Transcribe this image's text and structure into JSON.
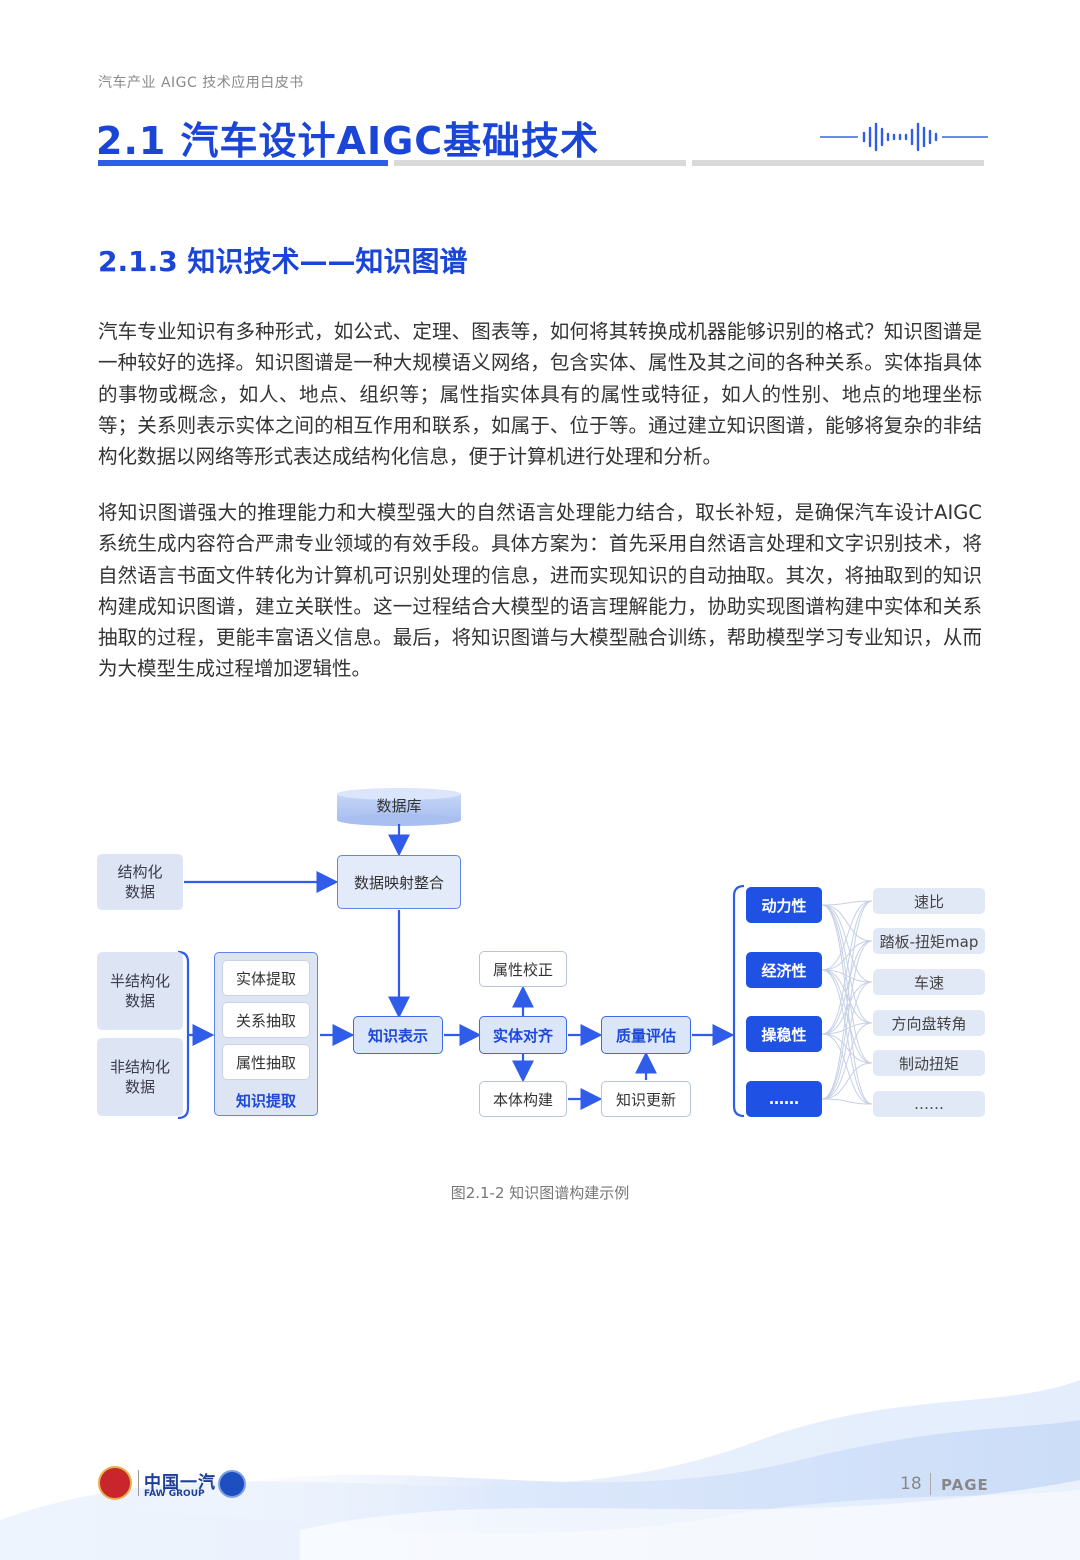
{
  "header": {
    "doc_title": "汽车产业 AIGC 技术应用白皮书"
  },
  "chapter": {
    "title": "2.1 汽车设计AIGC基础技术"
  },
  "section": {
    "title": "2.1.3 知识技术——知识图谱"
  },
  "paragraphs": [
    "汽车专业知识有多种形式，如公式、定理、图表等，如何将其转换成机器能够识别的格式？知识图谱是一种较好的选择。知识图谱是一种大规模语义网络，包含实体、属性及其之间的各种关系。实体指具体的事物或概念，如人、地点、组织等；属性指实体具有的属性或特征，如人的性别、地点的地理坐标等；关系则表示实体之间的相互作用和联系，如属于、位于等。通过建立知识图谱，能够将复杂的非结构化数据以网络等形式表达成结构化信息，便于计算机进行处理和分析。",
    "将知识图谱强大的推理能力和大模型强大的自然语言处理能力结合，取长补短，是确保汽车设计AIGC系统生成内容符合严肃专业领域的有效手段。具体方案为：首先采用自然语言处理和文字识别技术，将自然语言书面文件转化为计算机可识别处理的信息，进而实现知识的自动抽取。其次，将抽取到的知识构建成知识图谱，建立关联性。这一过程结合大模型的语言理解能力，协助实现图谱构建中实体和关系抽取的过程，更能丰富语义信息。最后，将知识图谱与大模型融合训练，帮助模型学习专业知识，从而为大模型生成过程增加逻辑性。"
  ],
  "diagram": {
    "database": "数据库",
    "structured": "结构化\n数据",
    "mapping": "数据映射整合",
    "semi_structured": "半结构化\n数据",
    "unstructured": "非结构化\n数据",
    "extract_items": [
      "实体提取",
      "关系抽取",
      "属性抽取"
    ],
    "extract_label": "知识提取",
    "knowledge_repr": "知识表示",
    "attr_check": "属性校正",
    "entity_align": "实体对齐",
    "ontology": "本体构建",
    "quality": "质量评估",
    "update": "知识更新",
    "categories": [
      "动力性",
      "经济性",
      "操稳性",
      "……"
    ],
    "attributes": [
      "速比",
      "踏板-扭矩map",
      "车速",
      "方向盘转角",
      "制动扭矩",
      "……"
    ]
  },
  "caption": "图2.1-2 知识图谱构建示例",
  "footer": {
    "logo_cn": "中国一汽",
    "logo_en": "FAW GROUP",
    "page_number": "18",
    "page_label": "PAGE"
  },
  "colors": {
    "brand_blue": "#1a45d6",
    "diagram_blue": "#1f52e4",
    "light_fill": "#dde5f5"
  }
}
